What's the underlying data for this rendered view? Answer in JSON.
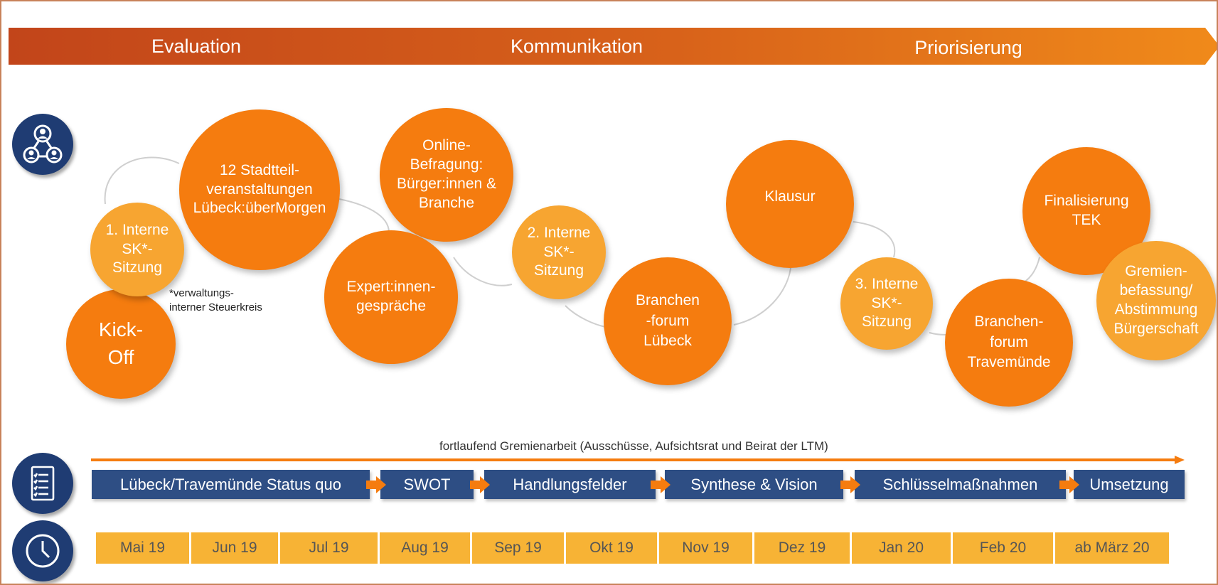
{
  "phases": [
    "Evaluation",
    "Kommunikation",
    "Priorisierung"
  ],
  "colors": {
    "phase_bar": "#c9501a",
    "circle_dark": "#f57c0f",
    "circle_light": "#f7a531",
    "step_blue": "#2e4e84",
    "icon_navy": "#1f3c73",
    "month_yellow": "#f7b335",
    "arrow_orange": "#f57c0f"
  },
  "icons": [
    "people-network-icon",
    "checklist-icon",
    "clock-icon"
  ],
  "circles": [
    {
      "id": "kick-off",
      "text": "Kick-\nOff"
    },
    {
      "id": "interne-sk-1",
      "text": "1.  Interne\nSK*-\nSitzung"
    },
    {
      "id": "stadtteil",
      "text": "12 Stadtteil-\nveranstaltungen\nLübeck:überMorgen"
    },
    {
      "id": "online-befragung",
      "text": "Online-\nBefragung:\nBürger:innen &\nBranche"
    },
    {
      "id": "experten",
      "text": "Expert:innen-\ngespräche"
    },
    {
      "id": "interne-sk-2",
      "text": "2. Interne\nSK*-\nSitzung"
    },
    {
      "id": "branchenforum-luebeck",
      "text": "Branchen\n-forum\nLübeck"
    },
    {
      "id": "klausur",
      "text": "Klausur"
    },
    {
      "id": "interne-sk-3",
      "text": "3. Interne\nSK*-\nSitzung"
    },
    {
      "id": "branchenforum-travemuende",
      "text": "Branchen-\nforum\nTravemünde"
    },
    {
      "id": "finalisierung",
      "text": "Finalisierung\nTEK"
    },
    {
      "id": "gremien",
      "text": "Gremien-\nbefassung/\nAbstimmung\nBürgerschaft"
    }
  ],
  "footnote": "*verwaltungs-\ninterner Steuerkreis",
  "continuous_label": "fortlaufend Gremienarbeit (Ausschüsse, Aufsichtsrat und Beirat der LTM)",
  "steps": [
    "Lübeck/Travemünde Status quo",
    "SWOT",
    "Handlungsfelder",
    "Synthese & Vision",
    "Schlüsselmaßnahmen",
    "Umsetzung"
  ],
  "months": [
    "Mai 19",
    "Jun 19",
    "Jul 19",
    "Aug 19",
    "Sep 19",
    "Okt 19",
    "Nov 19",
    "Dez 19",
    "Jan 20",
    "Feb 20",
    "ab März 20"
  ]
}
